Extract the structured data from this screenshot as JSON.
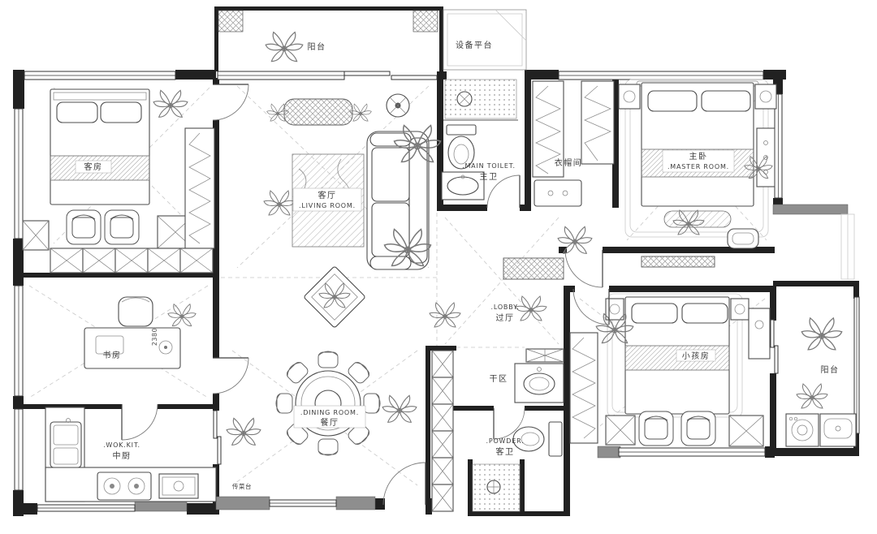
{
  "plan": {
    "rooms": {
      "balcony_top": {
        "label_cn": "阳台"
      },
      "equipment_platform": {
        "label_cn": "设备平台"
      },
      "guest_room": {
        "label_cn": "客房"
      },
      "living_room": {
        "label_cn": "客厅",
        "label_en": ".LIVING ROOM."
      },
      "main_toilet": {
        "label_en": ".MAIN TOILET.",
        "label_cn": "主卫"
      },
      "cloakroom": {
        "label_cn": "衣帽间"
      },
      "master_room": {
        "label_cn": "主卧",
        "label_en": ".MASTER ROOM."
      },
      "study": {
        "label_cn": "书房"
      },
      "lobby": {
        "label_en": ".LOBBY.",
        "label_cn": "过厅"
      },
      "dry_area": {
        "label_cn": "干区"
      },
      "dining_room": {
        "label_en": ".DINING ROOM.",
        "label_cn": "餐厅"
      },
      "powder_room": {
        "label_en": ".POWDER.",
        "label_cn": "客卫"
      },
      "kids_room": {
        "label_cn": "小孩房"
      },
      "balcony_right": {
        "label_cn": "阳台"
      },
      "wok_kitchen": {
        "label_en": ".WOK.KIT.",
        "label_cn": "中厨"
      }
    },
    "annotations": {
      "study_dimension": "2380",
      "serving_counter": "传菜台"
    },
    "colors": {
      "wall": "#212121",
      "structural_gray": "#8e8e8e",
      "line": "#4d4d4d",
      "background": "#ffffff"
    }
  }
}
